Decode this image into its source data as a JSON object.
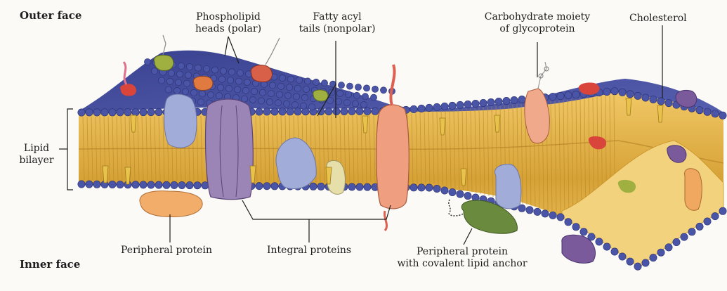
{
  "faces": {
    "outer": "Outer face",
    "inner": "Inner face"
  },
  "labels": {
    "phospholipid_heads": [
      "Phospholipid",
      "heads (polar)"
    ],
    "fatty_acyl_tails": [
      "Fatty acyl",
      "tails (nonpolar)"
    ],
    "carbohydrate": [
      "Carbohydrate moiety",
      "of glycoprotein"
    ],
    "cholesterol": "Cholesterol",
    "lipid_bilayer": [
      "Lipid",
      "bilayer"
    ],
    "peripheral_protein": "Peripheral protein",
    "integral_proteins": "Integral proteins",
    "peripheral_anchor": [
      "Peripheral protein",
      "with covalent lipid anchor"
    ]
  },
  "colors": {
    "head": "#4a55a8",
    "tail": "#e8b84a",
    "tail_dark": "#c99329",
    "protein_blue": "#9aa6d6",
    "protein_purple": "#8a6fa8",
    "protein_salmon": "#ec9a7a",
    "protein_green": "#5f7d38",
    "protein_orange": "#f0a860",
    "sugar_red": "#d9453b"
  }
}
